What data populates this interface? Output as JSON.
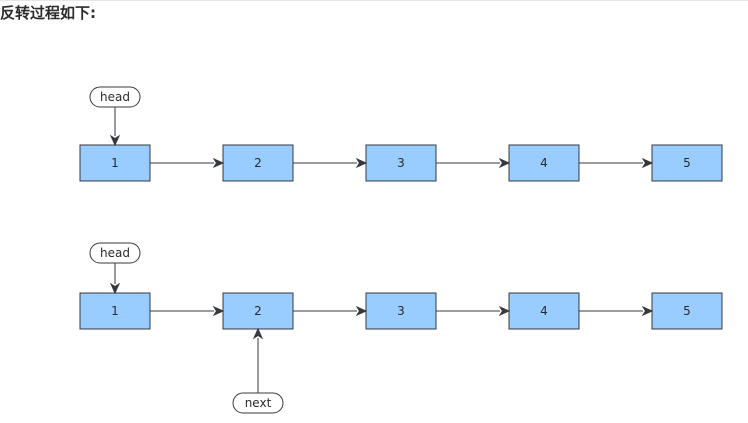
{
  "heading": "反转过程如下:",
  "colors": {
    "node_fill": "#99ccff",
    "node_stroke": "#36393d",
    "pointer_fill": "#ffffff",
    "arrow": "#36393d"
  },
  "diagrams": [
    {
      "nodes": [
        "1",
        "2",
        "3",
        "4",
        "5"
      ],
      "edges": [
        [
          "1",
          "2"
        ],
        [
          "2",
          "3"
        ],
        [
          "3",
          "4"
        ],
        [
          "4",
          "5"
        ]
      ],
      "pointers": [
        {
          "label": "head",
          "target": "1",
          "side": "above"
        }
      ]
    },
    {
      "nodes": [
        "1",
        "2",
        "3",
        "4",
        "5"
      ],
      "edges": [
        [
          "1",
          "2"
        ],
        [
          "2",
          "3"
        ],
        [
          "3",
          "4"
        ],
        [
          "4",
          "5"
        ]
      ],
      "pointers": [
        {
          "label": "head",
          "target": "1",
          "side": "above"
        },
        {
          "label": "next",
          "target": "2",
          "side": "below"
        }
      ]
    }
  ]
}
